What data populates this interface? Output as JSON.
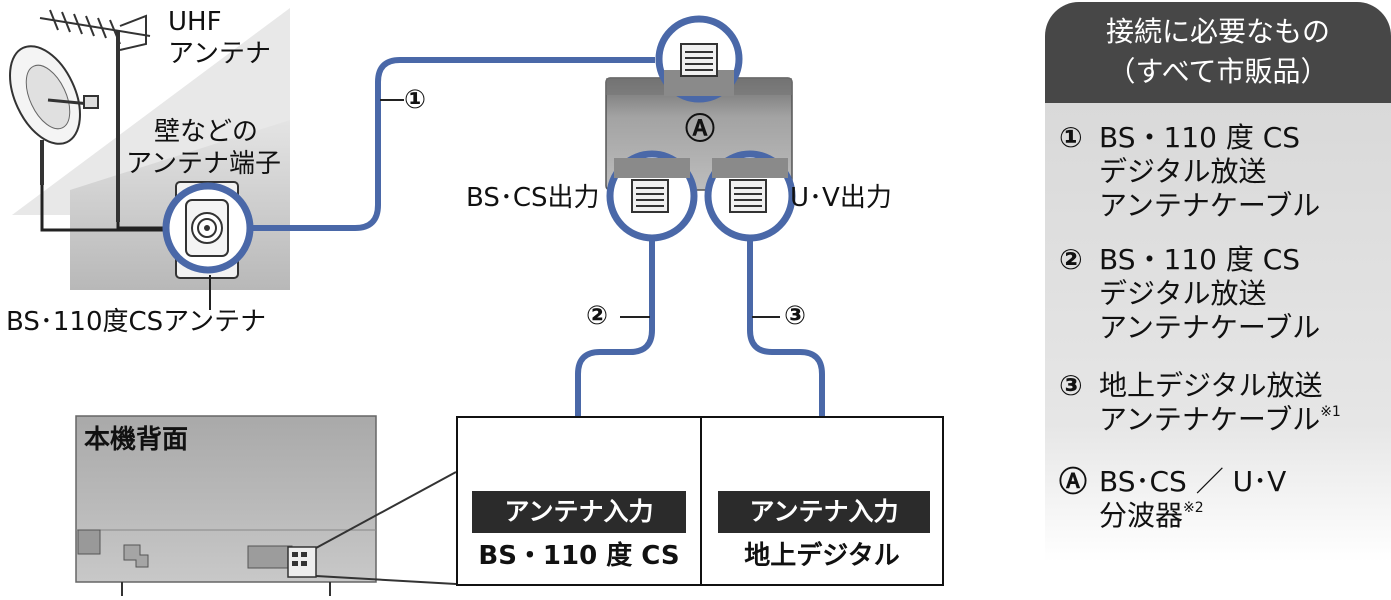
{
  "labels": {
    "uhf_antenna_l1": "UHF",
    "uhf_antenna_l2": "アンテナ",
    "wall_terminal_l1": "壁などの",
    "wall_terminal_l2": "アンテナ端子",
    "bs_antenna": "BS･110度CSアンテナ",
    "splitter_mark": "Ⓐ",
    "bs_cs_output": "BS･CS出力",
    "uv_output": "U･V出力",
    "cable1_mark": "①",
    "cable2_mark": "②",
    "cable3_mark": "③",
    "tv_back": "本機背面"
  },
  "terminals": [
    {
      "badge": "アンテナ入力",
      "name": "BS・110 度 CS"
    },
    {
      "badge": "アンテナ入力",
      "name": "地上デジタル"
    }
  ],
  "panel": {
    "title_line1": "接続に必要なもの",
    "title_line2": "（すべて市販品）",
    "items": [
      {
        "num": "①",
        "lines": [
          "BS・110 度 CS",
          "デジタル放送",
          "アンテナケーブル"
        ],
        "note": ""
      },
      {
        "num": "②",
        "lines": [
          "BS・110 度 CS",
          "デジタル放送",
          "アンテナケーブル"
        ],
        "note": ""
      },
      {
        "num": "③",
        "lines": [
          "地上デジタル放送",
          "アンテナケーブル"
        ],
        "note": "※1"
      },
      {
        "num": "Ⓐ",
        "lines": [
          "BS･CS ／ U･V",
          "分波器"
        ],
        "note": "※2"
      }
    ]
  },
  "colors": {
    "cable": "#4a68a8",
    "panel_header": "#474747",
    "panel_body": "#dcdcdc",
    "badge": "#2b2b2b",
    "splitter": "#9a9a9a",
    "wall": "#c9c9c9"
  }
}
